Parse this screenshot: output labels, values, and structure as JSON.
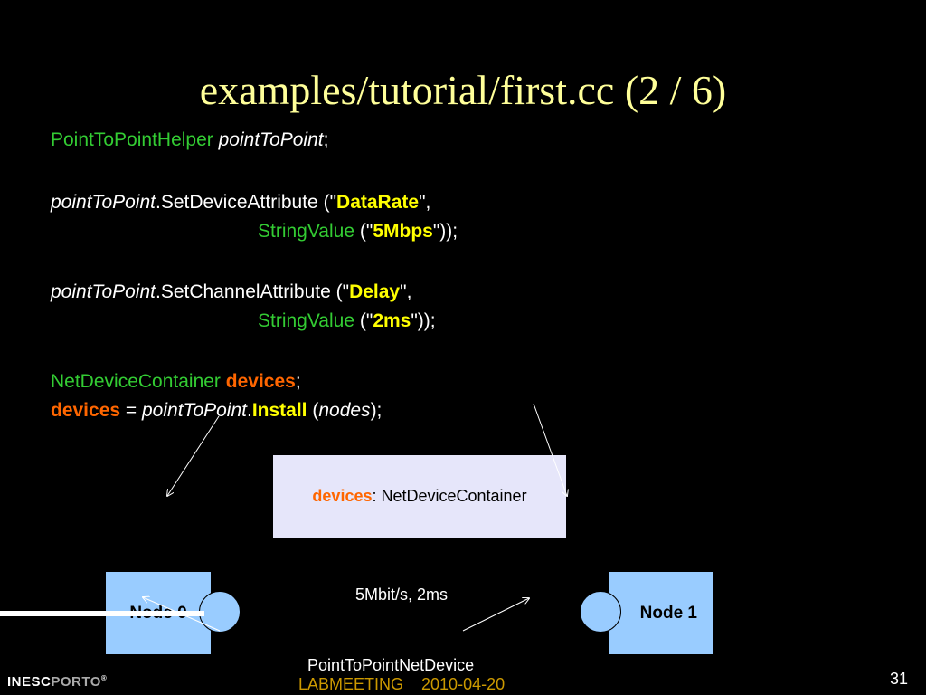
{
  "title": "examples/tutorial/first.cc (2 / 6)",
  "code": {
    "l1_type": "PointToPointHelper",
    "l1_var": "pointToPoint",
    "semicolon": ";",
    "l2_var": "pointToPoint",
    "l2_method": ".SetDeviceAttribute (\"",
    "l2_attr": "DataRate",
    "l2_end": "\",",
    "l3_type": "StringValue",
    "l3_open": " (\"",
    "l3_val": "5Mbps",
    "l3_end": "\"));",
    "l4_var": "pointToPoint",
    "l4_method": ".SetChannelAttribute (\"",
    "l4_attr": "Delay",
    "l4_end": "\",",
    "l5_type": "StringValue",
    "l5_open": " (\"",
    "l5_val": "2ms",
    "l5_end": "\"));",
    "l6_type": "NetDeviceContainer",
    "l6_var": "devices",
    "l7_var": "devices",
    "l7_eq": " = ",
    "l7_obj": "pointToPoint",
    "l7_dot": ".",
    "l7_method": "Install",
    "l7_open": " (",
    "l7_arg": "nodes",
    "l7_end": ");"
  },
  "diagram": {
    "container_name": "devices",
    "container_type": ": NetDeviceContainer",
    "node0": "Node 0",
    "node1": "Node 1",
    "link_label": "5Mbit/s, 2ms",
    "device_label": "PointToPointNetDevice"
  },
  "footer": {
    "center": "LABMEETING    2010-04-20",
    "page": "31",
    "logo_a": "INESC",
    "logo_b": "PORTO",
    "logo_reg": "®"
  },
  "colors": {
    "title": "#ffff99",
    "type_green": "#33cc33",
    "string_yellow": "#ffff00",
    "var_orange": "#ff6600",
    "node_blue": "#99ccff",
    "container_bg": "#e6e6fa"
  }
}
